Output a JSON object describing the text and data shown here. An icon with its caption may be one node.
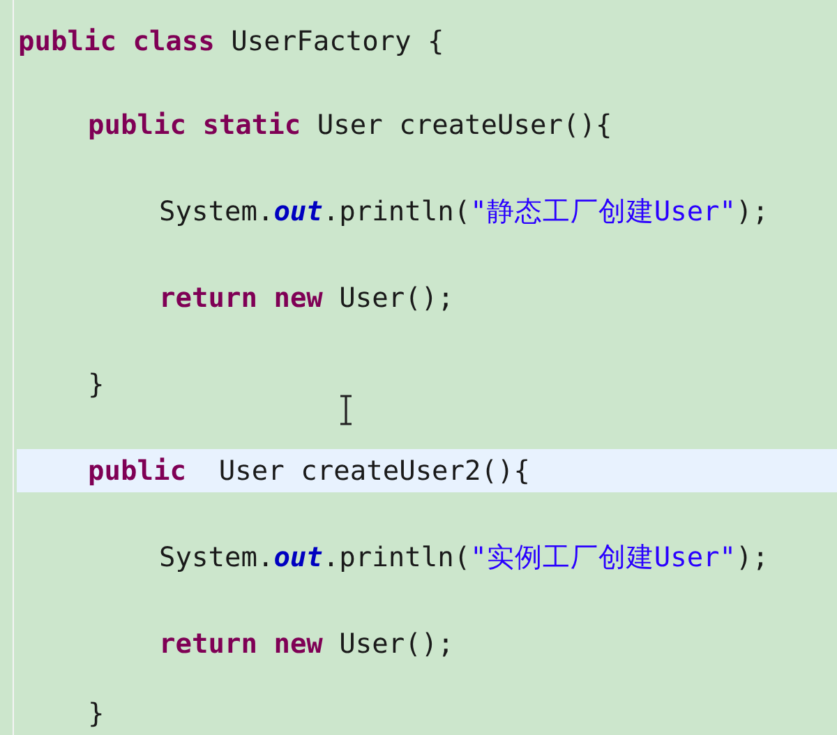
{
  "diagram": {
    "labels": [
      "**public** **class** UserFactory {",
      "**public** **static** User createUser(){",
      "System.*out*.println(\"静态工厂创建User\");",
      "**return** **new** User();",
      "}",
      "**public**  User createUser2(){",
      "System.*out*.println(\"实例工厂创建User\");",
      "**return** **new** User();",
      "}"
    ]
  }
}
